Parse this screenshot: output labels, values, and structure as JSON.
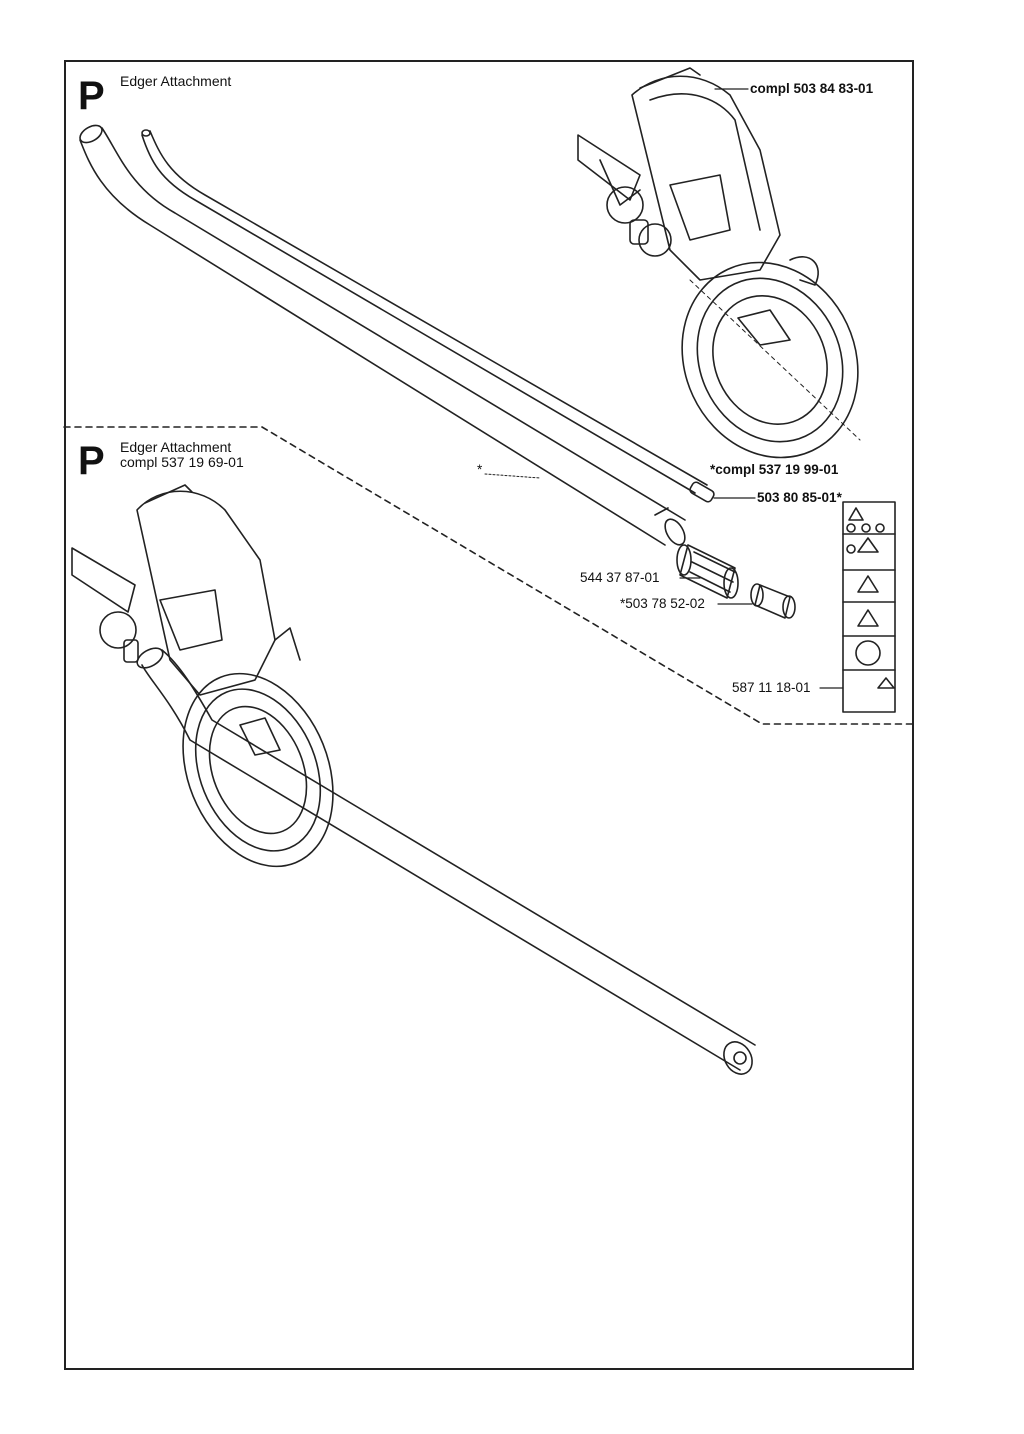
{
  "section_top": {
    "letter": "P",
    "title": "Edger Attachment"
  },
  "section_bottom": {
    "letter": "P",
    "title_line1": "Edger Attachment",
    "title_line2": "compl 537 19 69-01"
  },
  "callouts": {
    "edger_head": "compl 503 84 83-01",
    "shaft_kit": "*compl 537 19 99-01",
    "drive_shaft": "503 80 85-01*",
    "bushing": "544 37 87-01",
    "coupling": "*503 78 52-02",
    "decal": "587 11 18-01",
    "star": "*"
  },
  "decal_symbols": [
    "warning-icon",
    "manual-icon",
    "ear-protection-icon",
    "eye-protection-icon",
    "boot-icon",
    "glove-icon",
    "ce-mark-icon",
    "eac-mark-icon"
  ]
}
